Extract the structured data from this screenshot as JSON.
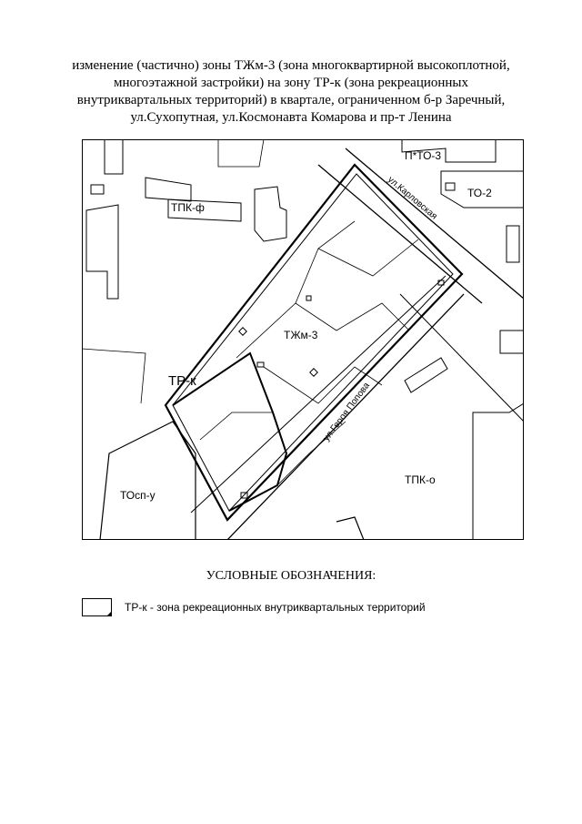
{
  "title_lines": [
    "изменение (частично) зоны ТЖм-3 (зона многоквартирной высокоплотной,",
    "многоэтажной застройки) на зону ТР-к (зона рекреационных",
    "внутриквартальных территорий) в квартале, ограниченном б-р Заречный,",
    "ул.Сухопутная, ул.Космонавта Комарова и пр-т Ленина"
  ],
  "map": {
    "zones": {
      "p_to_3": "П*ТО-3",
      "to_2": "ТО-2",
      "tpk_f": "ТПК-ф",
      "tzhm_3": "ТЖм-3",
      "tr_k": "ТР-к",
      "tpk_o": "ТПК-о",
      "tosp_u": "ТОсп-у"
    },
    "streets": {
      "karlovskaya": "ул.Карловская",
      "geroya_popova": "ул.Героя Попова"
    }
  },
  "legend": {
    "heading": "УСЛОВНЫЕ ОБОЗНАЧЕНИЯ:",
    "items": [
      {
        "text": "ТР-к - зона рекреационных внутриквартальных территорий"
      }
    ]
  }
}
